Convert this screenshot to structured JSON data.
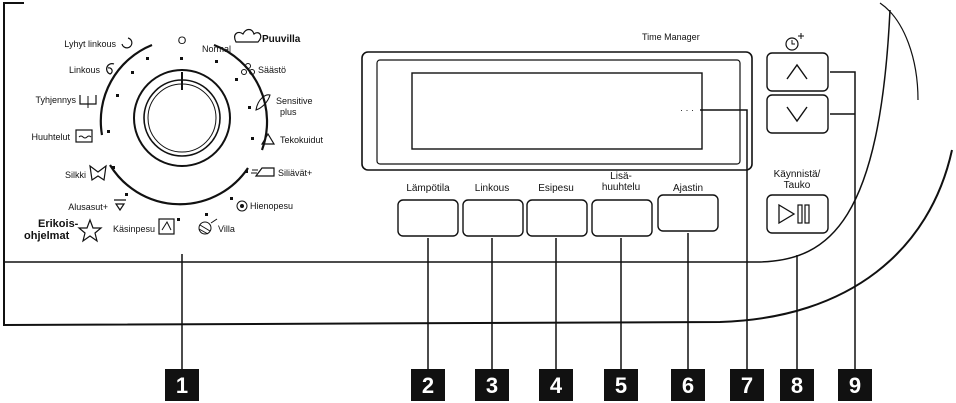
{
  "programs": {
    "off": "O",
    "normal": "Normal",
    "puuvilla": "Puuvilla",
    "saasto": "Säästö",
    "sensitive_line1": "Sensitive",
    "sensitive_line2": "plus",
    "tekokuidut": "Tekokuidut",
    "silia": "Siliävät+",
    "hienopesu": "Hienopesu",
    "villa": "Villa",
    "kasinpesu": "Käsinpesu",
    "alusasut": "Alusasut+",
    "silkki": "Silkki",
    "huuhtelut": "Huuhtelut",
    "tyhjennys": "Tyhjennys",
    "linkous": "Linkous",
    "lyhyt_linkous": "Lyhyt linkous",
    "erikois_line1": "Erikois-",
    "erikois_line2": "ohjelmat"
  },
  "display": {
    "time_manager": "Time Manager",
    "dots": "· · ·"
  },
  "buttons": {
    "lampotila": "Lämpötila",
    "linkous": "Linkous",
    "esipesu": "Esipesu",
    "lisahuuhtelu_line1": "Lisä-",
    "lisahuuhtelu_line2": "huuhtelu",
    "ajastin": "Ajastin",
    "start_line1": "Käynnistä/",
    "start_line2": "Tauko"
  },
  "callouts": [
    "1",
    "2",
    "3",
    "4",
    "5",
    "6",
    "7",
    "8",
    "9"
  ]
}
